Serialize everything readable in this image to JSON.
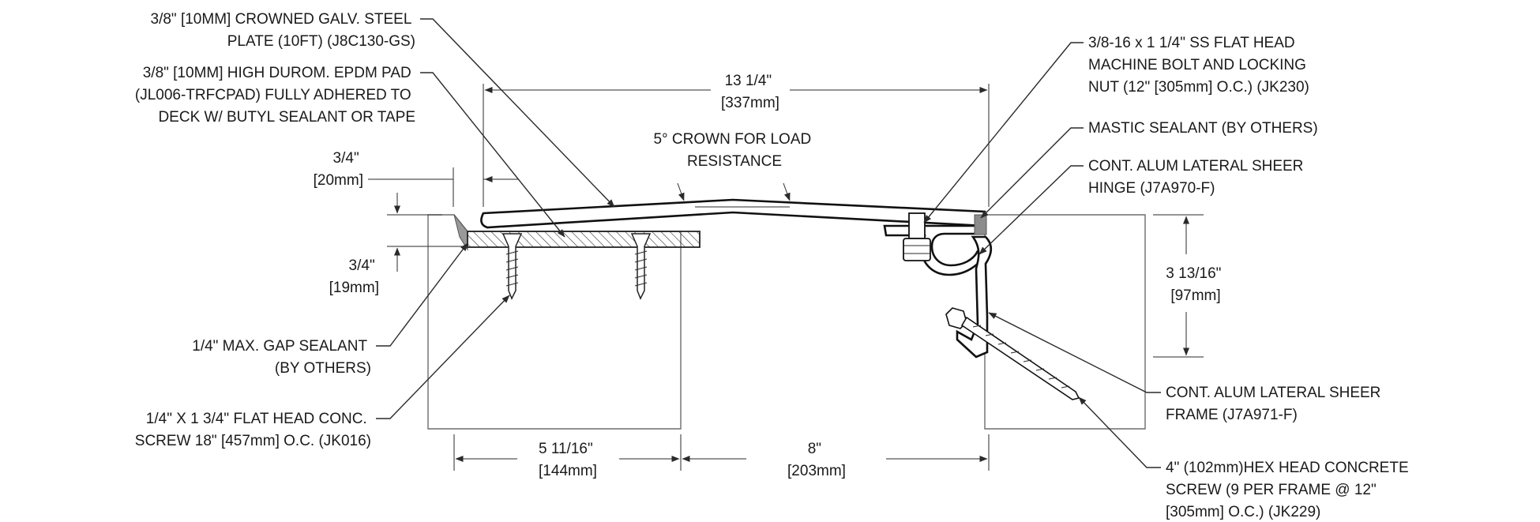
{
  "callouts": {
    "plate": [
      "3/8\" [10MM] CROWNED GALV. STEEL",
      "PLATE (10FT) (J8C130-GS)"
    ],
    "pad": [
      "3/8\" [10MM] HIGH DUROM. EPDM PAD",
      "(JL006-TRFCPAD) FULLY ADHERED TO",
      "DECK W/ BUTYL SEALANT OR TAPE"
    ],
    "gap_sealant": [
      "1/4\" MAX. GAP SEALANT",
      "(BY OTHERS)"
    ],
    "flat_screw": [
      "1/4\" X 1 3/4\" FLAT HEAD CONC.",
      "SCREW 18\" [457mm] O.C. (JK016)"
    ],
    "bolt": [
      "3/8-16 x 1 1/4\" SS FLAT HEAD",
      "MACHINE BOLT AND LOCKING",
      "NUT (12\" [305mm] O.C.) (JK230)"
    ],
    "mastic": [
      "MASTIC SEALANT (BY OTHERS)"
    ],
    "hinge": [
      "CONT. ALUM LATERAL SHEER",
      "HINGE (J7A970-F)"
    ],
    "frame": [
      "CONT. ALUM LATERAL SHEER",
      "FRAME (J7A971-F)"
    ],
    "hex_screw": [
      "4\" (102mm)HEX HEAD CONCRETE",
      "SCREW (9 PER FRAME @ 12\"",
      "[305mm] O.C.) (JK229)"
    ]
  },
  "dimensions": {
    "overall_width": [
      "13 1/4\"",
      "[337mm]"
    ],
    "crown": [
      "5° CROWN FOR LOAD",
      "RESISTANCE"
    ],
    "plate_recess": [
      "3/4\"",
      "[20mm]"
    ],
    "pad_recess": [
      "3/4\"",
      "[19mm]"
    ],
    "frame_height": [
      "3 13/16\"",
      "[97mm]"
    ],
    "left_width": [
      "5 11/16\"",
      "[144mm]"
    ],
    "joint_gap": [
      "8\"",
      "[203mm]"
    ]
  },
  "colors": {
    "linework": "#111111",
    "concrete_hatch": "#8a8a8a",
    "mastic_fill": "#8c8c8c"
  }
}
